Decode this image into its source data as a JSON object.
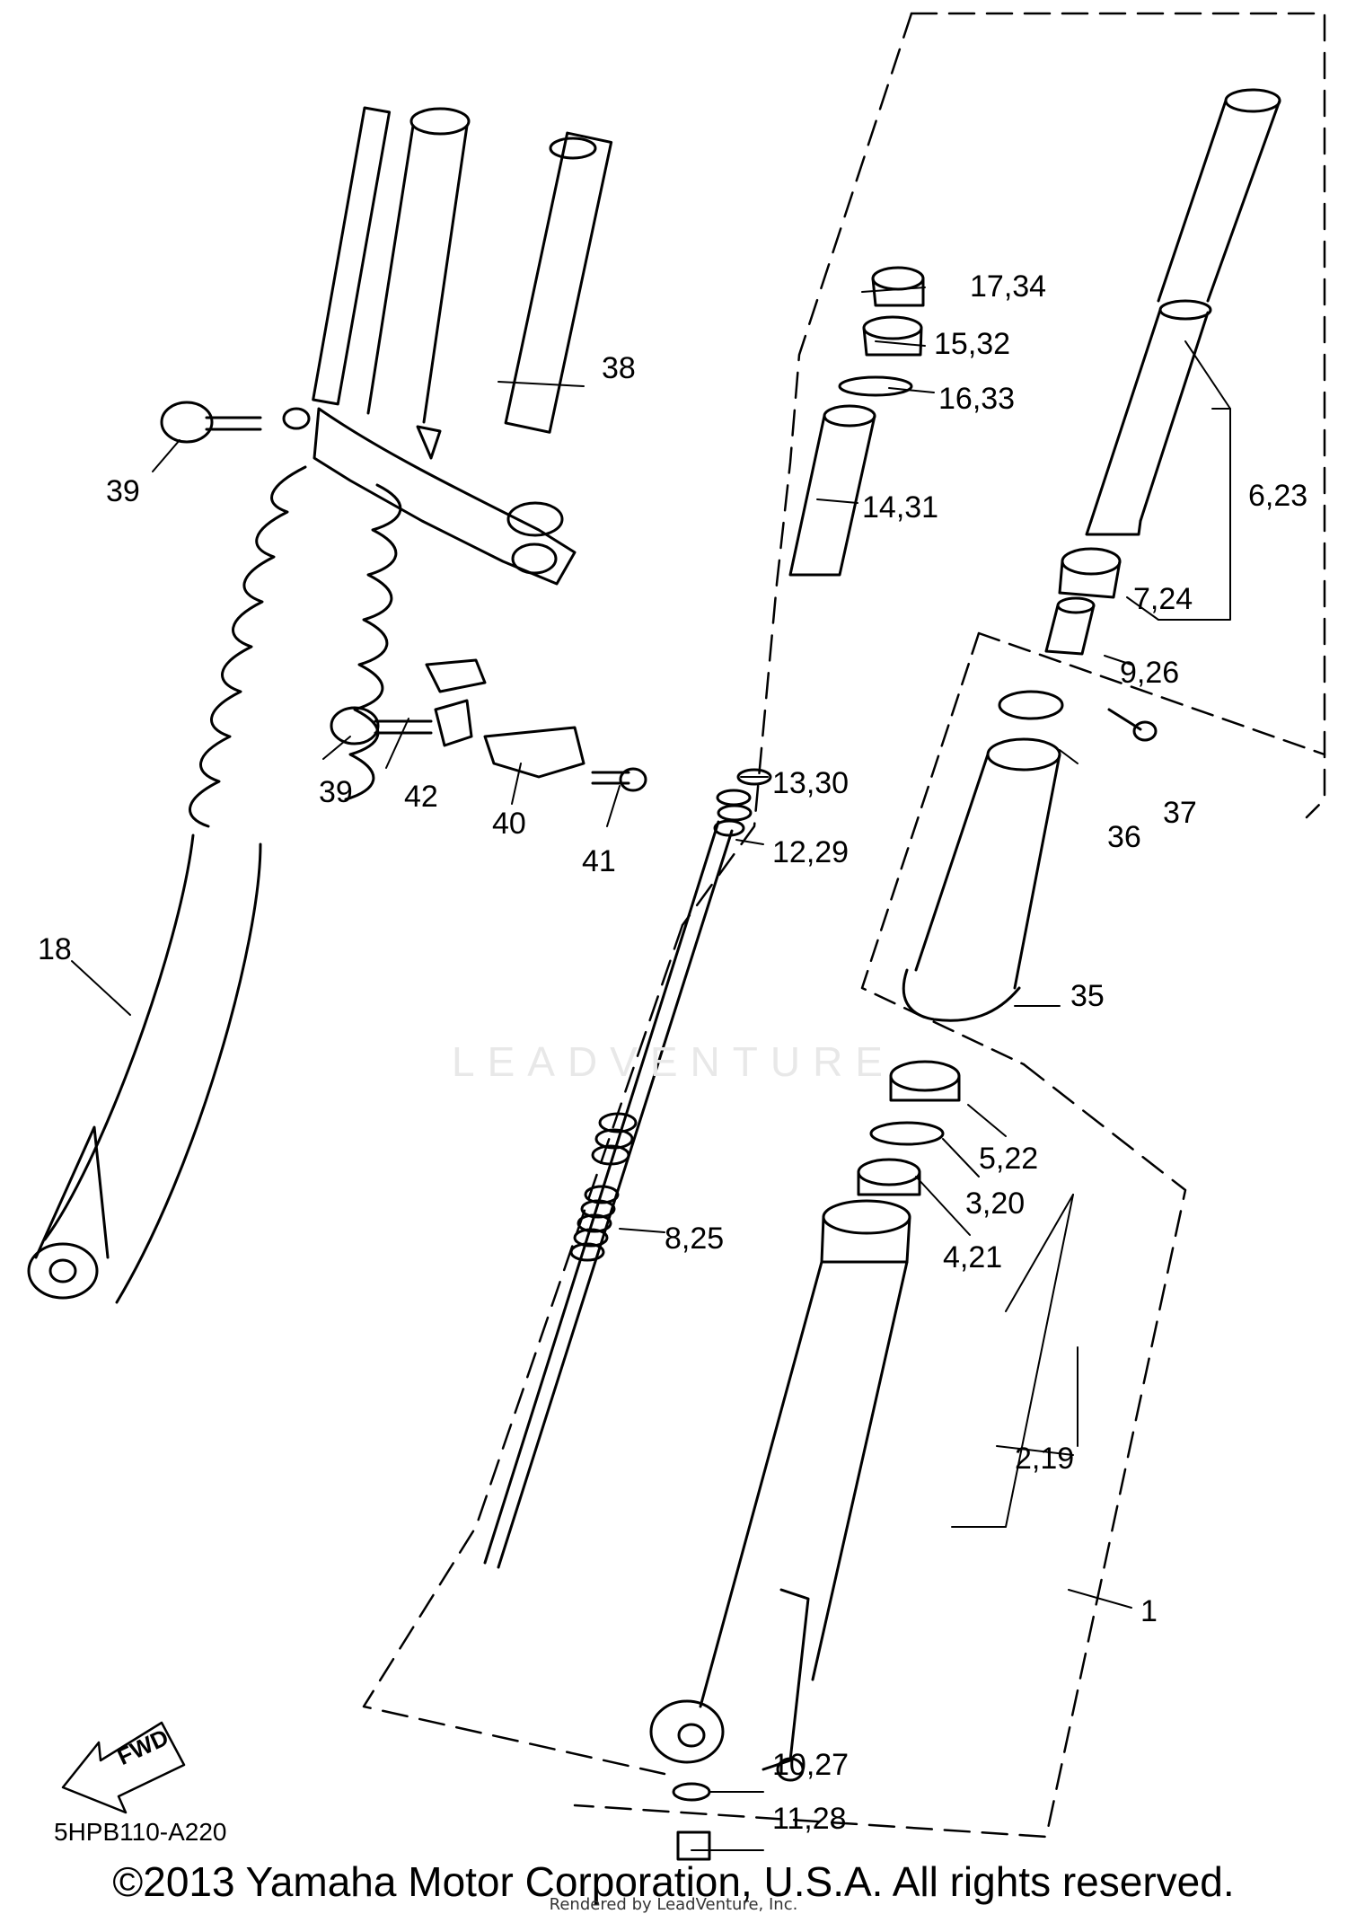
{
  "diagram": {
    "drawing_code": "5HPB110-A220",
    "fwd_label": "FWD",
    "watermark": "LEADVENTURE",
    "copyright": "©2013 Yamaha Motor Corporation, U.S.A. All rights reserved.",
    "rendered_by": "Rendered by LeadVenture, Inc.",
    "callouts": {
      "c1": "1",
      "c2_19": "2,19",
      "c3_20": "3,20",
      "c4_21": "4,21",
      "c5_22": "5,22",
      "c6_23": "6,23",
      "c7_24": "7,24",
      "c8_25": "8,25",
      "c9_26": "9,26",
      "c10_27": "10,27",
      "c11_28": "11,28",
      "c12_29": "12,29",
      "c13_30": "13,30",
      "c14_31": "14,31",
      "c15_32": "15,32",
      "c16_33": "16,33",
      "c17_34": "17,34",
      "c18": "18",
      "c35": "35",
      "c36": "36",
      "c37": "37",
      "c38": "38",
      "c39a": "39",
      "c39b": "39",
      "c40": "40",
      "c41": "41",
      "c42": "42"
    }
  }
}
